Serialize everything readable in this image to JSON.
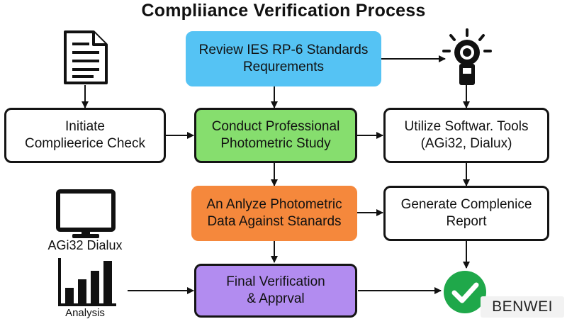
{
  "title": "Compliiance Verification Process",
  "nodes": {
    "review": "Review IES RP-6 Standards\nRequrements",
    "initiate": "Initiate\nComplieerice Check",
    "conduct": "Conduct Professional\nPhotometric Study",
    "utilize": "Utilize Softwar. Tools\n(AGi32, Dialux)",
    "analyze": "An Anlyze Photometric\nData Against Stanards",
    "generate": "Generate Complenice\nReport",
    "final": "Final Verification\n& Apprval"
  },
  "labels": {
    "monitor": "AGi32 Dialux",
    "chart": "Analysis"
  },
  "watermark": "BENWEI",
  "icons": [
    "document-icon",
    "light-meter-icon",
    "monitor-icon",
    "bar-chart-icon",
    "checkmark-icon"
  ],
  "colors": {
    "review": "#55c3f4",
    "conduct": "#86de6e",
    "analyze": "#f5883c",
    "final": "#b28cf0",
    "check": "#1fa84a"
  }
}
